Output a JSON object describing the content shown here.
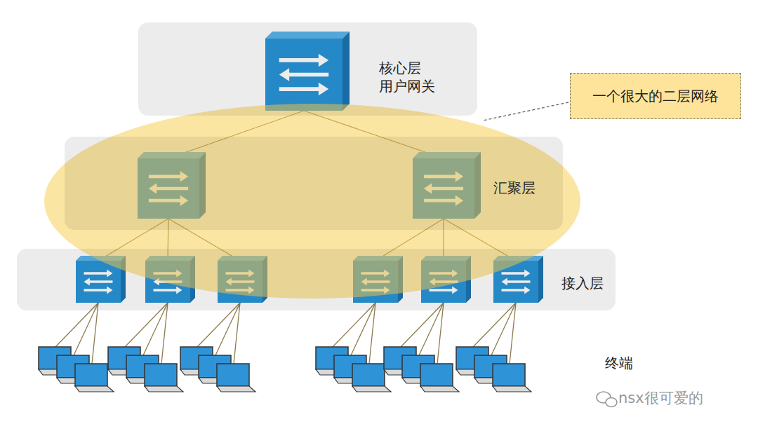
{
  "diagram": {
    "nodes": [
      {
        "text": [
          "核心层 用户网关"
        ]
      },
      {
        "text": [
          "汇聚层"
        ]
      },
      {
        "text": [
          "接入层"
        ]
      },
      {
        "text": [
          "一个很大的二层网络"
        ]
      }
    ],
    "labels": [
      "终端",
      "nsx很可爱的"
    ]
  }
}
